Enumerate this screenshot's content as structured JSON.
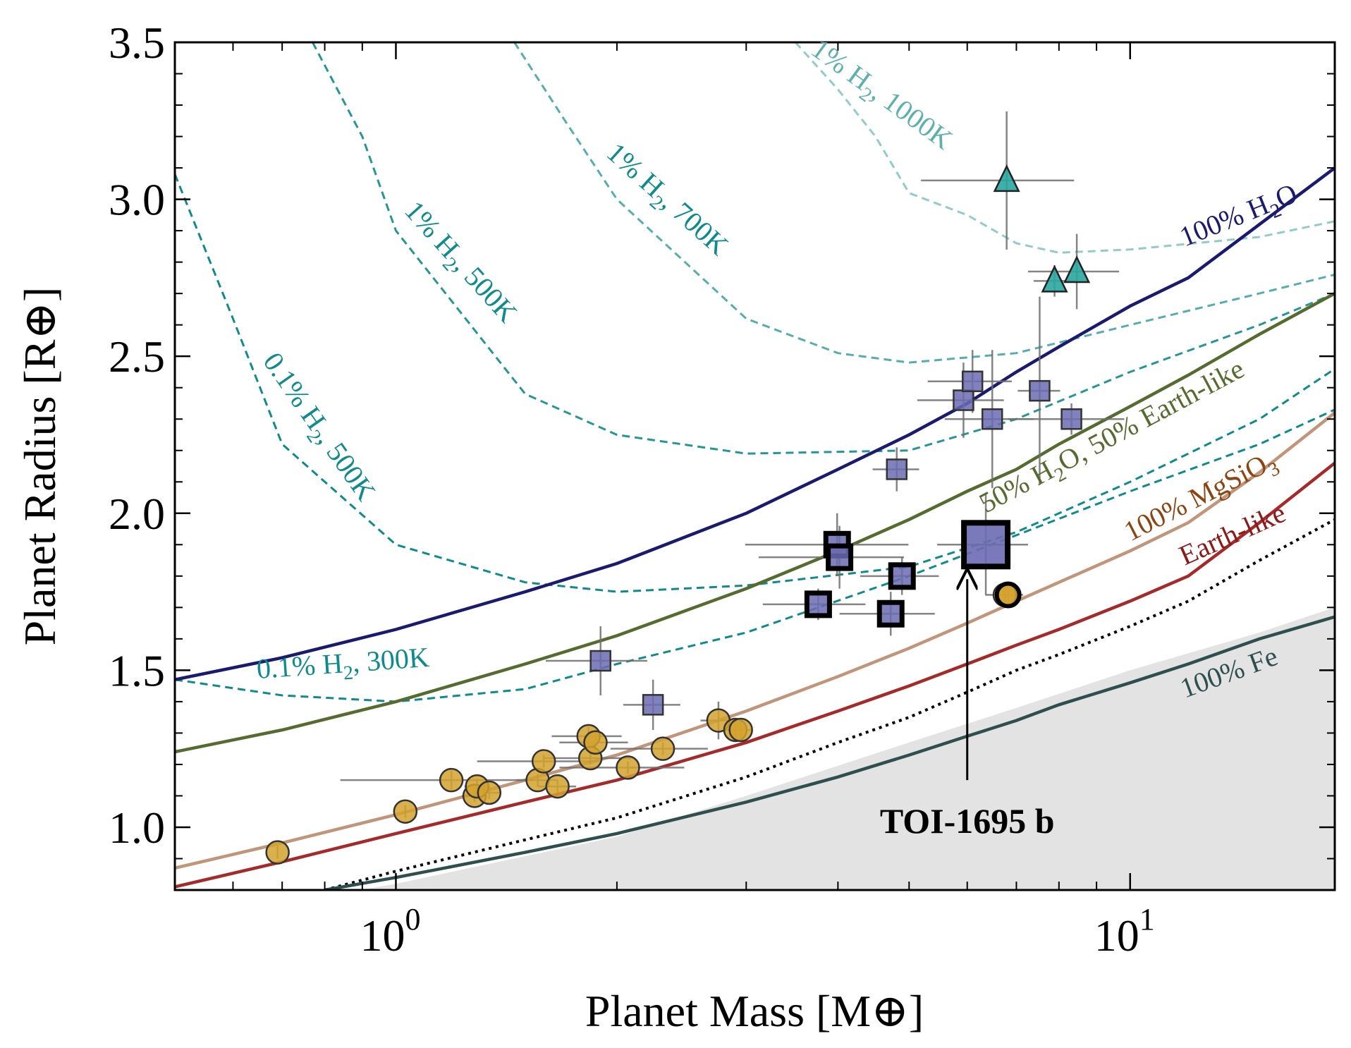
{
  "chart_data": {
    "type": "scatter",
    "xlabel": "Planet Mass [M⊕]",
    "ylabel": "Planet Radius [R⊕]",
    "xscale": "log",
    "xlim": [
      0.5,
      19
    ],
    "ylim": [
      0.8,
      3.5
    ],
    "x_tick_labels": [
      {
        "value": 1,
        "base": "10",
        "exp": "0"
      },
      {
        "value": 10,
        "base": "10",
        "exp": "1"
      }
    ],
    "y_ticks": [
      1.0,
      1.5,
      2.0,
      2.5,
      3.0,
      3.5
    ],
    "y_tick_labels": [
      "1.0",
      "1.5",
      "2.0",
      "2.5",
      "3.0",
      "3.5"
    ],
    "shaded_region": {
      "color": "#e3e3e3",
      "boundary": [
        [
          0.5,
          0.73
        ],
        [
          0.8,
          0.78
        ],
        [
          1,
          0.82
        ],
        [
          2,
          0.97
        ],
        [
          3,
          1.1
        ],
        [
          5,
          1.27
        ],
        [
          7,
          1.38
        ],
        [
          10,
          1.5
        ],
        [
          15,
          1.62
        ],
        [
          19,
          1.7
        ]
      ]
    },
    "lines": [
      {
        "name": "100% H₂O",
        "color": "#1a1a6e",
        "style": "solid",
        "label": "100% H2O",
        "points": [
          [
            0.5,
            1.47
          ],
          [
            0.7,
            1.54
          ],
          [
            1,
            1.63
          ],
          [
            1.5,
            1.75
          ],
          [
            2,
            1.84
          ],
          [
            3,
            2.0
          ],
          [
            4,
            2.14
          ],
          [
            5,
            2.25
          ],
          [
            6,
            2.35
          ],
          [
            7,
            2.45
          ],
          [
            8,
            2.53
          ],
          [
            10,
            2.66
          ],
          [
            12,
            2.75
          ],
          [
            15,
            2.92
          ],
          [
            19,
            3.1
          ]
        ]
      },
      {
        "name": "50% H₂O, 50% Earth-like",
        "color": "#556b2f",
        "style": "solid",
        "label": "50% H2O, 50% Earth-like",
        "points": [
          [
            0.5,
            1.24
          ],
          [
            0.7,
            1.31
          ],
          [
            1,
            1.4
          ],
          [
            1.5,
            1.52
          ],
          [
            2,
            1.61
          ],
          [
            3,
            1.76
          ],
          [
            4,
            1.88
          ],
          [
            5,
            1.98
          ],
          [
            6,
            2.07
          ],
          [
            7,
            2.14
          ],
          [
            8,
            2.22
          ],
          [
            10,
            2.34
          ],
          [
            12,
            2.44
          ],
          [
            15,
            2.57
          ],
          [
            19,
            2.7
          ]
        ]
      },
      {
        "name": "100% MgSiO₃",
        "color": "#c0957a",
        "style": "solid",
        "label": "100% MgSiO3",
        "points": [
          [
            0.5,
            0.87
          ],
          [
            0.7,
            0.95
          ],
          [
            1,
            1.04
          ],
          [
            1.5,
            1.15
          ],
          [
            2,
            1.23
          ],
          [
            3,
            1.37
          ],
          [
            4,
            1.48
          ],
          [
            5,
            1.57
          ],
          [
            6,
            1.65
          ],
          [
            7,
            1.72
          ],
          [
            8,
            1.78
          ],
          [
            10,
            1.88
          ],
          [
            12,
            1.97
          ],
          [
            15,
            2.13
          ],
          [
            19,
            2.32
          ]
        ]
      },
      {
        "name": "Earth-like",
        "color": "#a52a2a",
        "style": "solid",
        "label": "Earth-like",
        "points": [
          [
            0.5,
            0.81
          ],
          [
            0.7,
            0.89
          ],
          [
            1,
            0.98
          ],
          [
            1.5,
            1.08
          ],
          [
            2,
            1.15
          ],
          [
            3,
            1.27
          ],
          [
            4,
            1.37
          ],
          [
            5,
            1.45
          ],
          [
            6,
            1.52
          ],
          [
            7,
            1.58
          ],
          [
            8,
            1.63
          ],
          [
            10,
            1.72
          ],
          [
            12,
            1.8
          ],
          [
            15,
            1.97
          ],
          [
            19,
            2.16
          ]
        ]
      },
      {
        "name": "dotted",
        "color": "#000000",
        "style": "dotted",
        "label": "",
        "points": [
          [
            0.8,
            0.8
          ],
          [
            1,
            0.86
          ],
          [
            1.5,
            0.96
          ],
          [
            2,
            1.03
          ],
          [
            3,
            1.16
          ],
          [
            4,
            1.27
          ],
          [
            5,
            1.35
          ],
          [
            6,
            1.43
          ],
          [
            7,
            1.5
          ],
          [
            8,
            1.55
          ],
          [
            10,
            1.64
          ],
          [
            12,
            1.72
          ],
          [
            15,
            1.85
          ],
          [
            19,
            1.98
          ]
        ]
      },
      {
        "name": "100% Fe",
        "color": "#2f4f4f",
        "style": "solid",
        "label": "100% Fe",
        "points": [
          [
            0.8,
            0.8
          ],
          [
            1,
            0.84
          ],
          [
            1.5,
            0.92
          ],
          [
            2,
            0.98
          ],
          [
            3,
            1.08
          ],
          [
            4,
            1.16
          ],
          [
            5,
            1.23
          ],
          [
            6,
            1.29
          ],
          [
            7,
            1.34
          ],
          [
            8,
            1.39
          ],
          [
            10,
            1.46
          ],
          [
            12,
            1.52
          ],
          [
            15,
            1.6
          ],
          [
            19,
            1.67
          ]
        ]
      }
    ],
    "h2_curves": [
      {
        "label_parts": [
          "0.1% H",
          "2",
          ", 300K"
        ],
        "color": "#108a8a",
        "opacity": 1.0,
        "points": [
          [
            0.5,
            1.47
          ],
          [
            0.7,
            1.42
          ],
          [
            1,
            1.4
          ],
          [
            1.5,
            1.44
          ],
          [
            2,
            1.52
          ],
          [
            3,
            1.62
          ],
          [
            5,
            1.8
          ],
          [
            7,
            1.93
          ],
          [
            10,
            2.07
          ],
          [
            15,
            2.22
          ],
          [
            19,
            2.33
          ]
        ]
      },
      {
        "label_parts": [
          "0.1% H",
          "2",
          ", 500K"
        ],
        "color": "#108a8a",
        "opacity": 1.0,
        "points": [
          [
            0.5,
            3.08
          ],
          [
            0.6,
            2.62
          ],
          [
            0.7,
            2.22
          ],
          [
            1,
            1.9
          ],
          [
            1.5,
            1.78
          ],
          [
            2,
            1.75
          ],
          [
            3,
            1.77
          ],
          [
            5,
            1.83
          ],
          [
            7,
            1.94
          ],
          [
            10,
            2.1
          ],
          [
            15,
            2.3
          ],
          [
            19,
            2.46
          ]
        ]
      },
      {
        "label_parts": [
          "1% H",
          "2",
          ", 500K"
        ],
        "color": "#108a8a",
        "opacity": 0.9,
        "points": [
          [
            0.77,
            3.5
          ],
          [
            0.9,
            3.2
          ],
          [
            1,
            2.9
          ],
          [
            1.5,
            2.38
          ],
          [
            2,
            2.25
          ],
          [
            3,
            2.19
          ],
          [
            5,
            2.2
          ],
          [
            7,
            2.3
          ],
          [
            10,
            2.45
          ],
          [
            15,
            2.6
          ],
          [
            19,
            2.7
          ]
        ]
      },
      {
        "label_parts": [
          "1% H",
          "2",
          ", 700K"
        ],
        "color": "#108a8a",
        "opacity": 0.7,
        "points": [
          [
            1.45,
            3.5
          ],
          [
            1.7,
            3.25
          ],
          [
            2,
            3.0
          ],
          [
            3,
            2.62
          ],
          [
            4,
            2.51
          ],
          [
            5,
            2.48
          ],
          [
            7,
            2.51
          ],
          [
            10,
            2.6
          ],
          [
            15,
            2.7
          ],
          [
            19,
            2.76
          ]
        ]
      },
      {
        "label_parts": [
          "1% H",
          "2",
          ", 1000K"
        ],
        "color": "#108a8a",
        "opacity": 0.45,
        "points": [
          [
            3.5,
            3.5
          ],
          [
            4,
            3.35
          ],
          [
            4.5,
            3.2
          ],
          [
            5,
            3.02
          ],
          [
            6,
            2.95
          ],
          [
            7,
            2.86
          ],
          [
            8,
            2.83
          ],
          [
            10,
            2.84
          ],
          [
            15,
            2.88
          ],
          [
            19,
            2.93
          ]
        ]
      }
    ],
    "circles": [
      {
        "x": 0.69,
        "y": 0.92,
        "xerr": 0.0,
        "yerr": 0.02
      },
      {
        "x": 1.03,
        "y": 1.05,
        "xerr": 0.0,
        "yerr": 0.02
      },
      {
        "x": 1.19,
        "y": 1.15,
        "xerr": 0.35,
        "yerr": 0.03
      },
      {
        "x": 1.28,
        "y": 1.1,
        "xerr": 0.05,
        "yerr": 0.02
      },
      {
        "x": 1.29,
        "y": 1.13,
        "xerr": 0.05,
        "yerr": 0.02
      },
      {
        "x": 1.34,
        "y": 1.11,
        "xerr": 0.05,
        "yerr": 0.02
      },
      {
        "x": 1.56,
        "y": 1.15,
        "xerr": 0.1,
        "yerr": 0.02
      },
      {
        "x": 1.59,
        "y": 1.21,
        "xerr": 0.3,
        "yerr": 0.02
      },
      {
        "x": 1.66,
        "y": 1.13,
        "xerr": 0.1,
        "yerr": 0.02
      },
      {
        "x": 1.83,
        "y": 1.29,
        "xerr": 0.2,
        "yerr": 0.03
      },
      {
        "x": 1.84,
        "y": 1.22,
        "xerr": 0.25,
        "yerr": 0.02
      },
      {
        "x": 1.87,
        "y": 1.27,
        "xerr": 0.2,
        "yerr": 0.03
      },
      {
        "x": 2.07,
        "y": 1.19,
        "xerr": 0.4,
        "yerr": 0.02
      },
      {
        "x": 2.31,
        "y": 1.25,
        "xerr": 0.35,
        "yerr": 0.02
      },
      {
        "x": 2.75,
        "y": 1.34,
        "xerr": 0.15,
        "yerr": 0.06
      },
      {
        "x": 2.9,
        "y": 1.31,
        "xerr": 0.1,
        "yerr": 0.03
      },
      {
        "x": 2.95,
        "y": 1.31,
        "xerr": 0.1,
        "yerr": 0.03
      },
      {
        "x": 6.75,
        "y": 1.74,
        "xerr": 0.4,
        "yerr": 0.03
      },
      {
        "x": 6.82,
        "y": 1.74,
        "xerr": 0.2,
        "yerr": 0.02,
        "highlight": true
      }
    ],
    "squares": [
      {
        "x": 1.9,
        "y": 1.53,
        "xerr": 0.3,
        "yerr": 0.11
      },
      {
        "x": 2.24,
        "y": 1.39,
        "xerr": 0.2,
        "yerr": 0.08
      },
      {
        "x": 4.81,
        "y": 2.14,
        "xerr": 0.35,
        "yerr": 0.07
      },
      {
        "x": 5.93,
        "y": 2.36,
        "xerr": 0.8,
        "yerr": 0.12
      },
      {
        "x": 6.1,
        "y": 2.42,
        "xerr": 0.8,
        "yerr": 0.1
      },
      {
        "x": 6.49,
        "y": 2.3,
        "xerr": 0.9,
        "yerr": 0.22
      },
      {
        "x": 7.53,
        "y": 2.39,
        "xerr": 0.5,
        "yerr": 0.3
      },
      {
        "x": 8.32,
        "y": 2.3,
        "xerr": 1.5,
        "yerr": 0.05
      },
      {
        "x": 3.76,
        "y": 1.71,
        "xerr": 0.6,
        "yerr": 0.05,
        "highlight": true
      },
      {
        "x": 3.99,
        "y": 1.9,
        "xerr": 1.0,
        "yerr": 0.1,
        "highlight": true
      },
      {
        "x": 4.02,
        "y": 1.86,
        "xerr": 0.9,
        "yerr": 0.1,
        "highlight": true
      },
      {
        "x": 4.72,
        "y": 1.68,
        "xerr": 0.7,
        "yerr": 0.07,
        "highlight": true
      },
      {
        "x": 4.89,
        "y": 1.8,
        "xerr": 0.6,
        "yerr": 0.06,
        "highlight": true
      }
    ],
    "triangles": [
      {
        "x": 6.79,
        "y": 3.06,
        "xerr": 1.6,
        "yerr": 0.22
      },
      {
        "x": 7.89,
        "y": 2.74,
        "xerr": 0.5,
        "yerr": 0.05
      },
      {
        "x": 8.46,
        "y": 2.77,
        "xerr": 1.2,
        "yerr": 0.12
      }
    ],
    "target": {
      "name": "TOI-1695 b",
      "x": 6.36,
      "y": 1.9,
      "xerr": 0.9,
      "yerr": 0.16
    },
    "annotation": {
      "text": "TOI-1695 b",
      "arrow_from": [
        6.0,
        1.15
      ],
      "arrow_to": [
        6.0,
        1.79
      ]
    },
    "colors": {
      "circle_fill": "#d4a22e",
      "square_fill": "#6b6bb3",
      "triangle_fill": "#2aa7a0",
      "errorbar": "#6e6e6e"
    }
  }
}
